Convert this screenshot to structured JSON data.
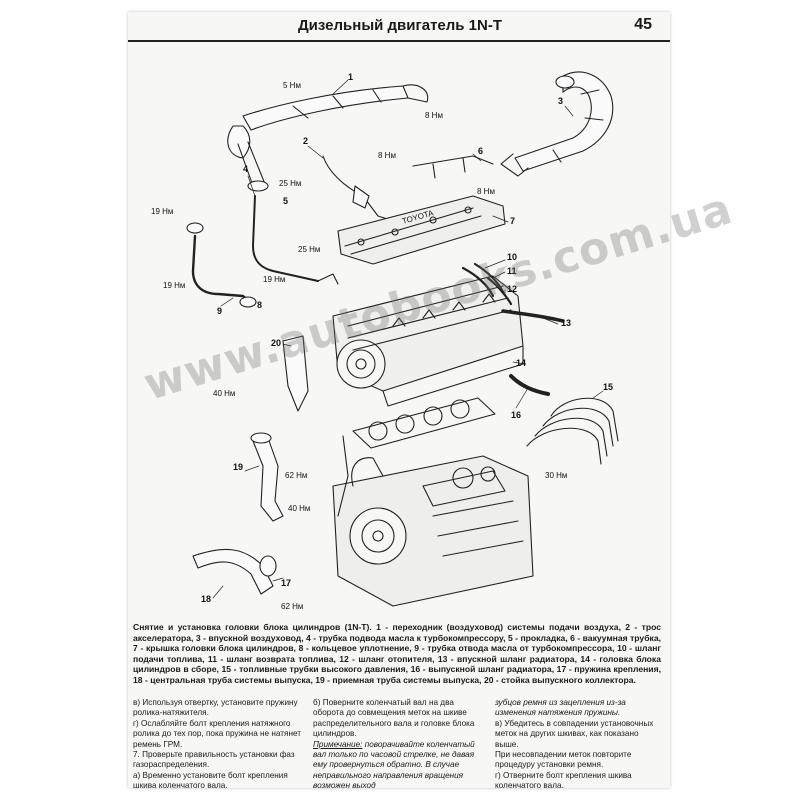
{
  "header": {
    "title": "Дизельный двигатель 1N-T",
    "page_number": "45"
  },
  "figure": {
    "labels": [
      "1",
      "2",
      "3",
      "4",
      "5",
      "6",
      "7",
      "8",
      "9",
      "10",
      "11",
      "12",
      "13",
      "14",
      "15",
      "16",
      "17",
      "18",
      "19",
      "20"
    ],
    "torques": [
      "5 Нм",
      "25 Нм",
      "8 Нм",
      "19 Нм",
      "25 Нм",
      "8 Нм",
      "19 Нм",
      "19 Нм",
      "8 Нм",
      "40 Нм",
      "62 Нм",
      "40 Нм",
      "62 Нм",
      "30 Нм"
    ],
    "cover_text": "TOYOTA"
  },
  "watermark": "www.autobooks.com.ua",
  "caption": "Снятие и установка головки блока цилиндров (1N-T). 1 - переходник (воздуховод) системы подачи воздуха, 2 - трос акселератора, 3 - впускной воздуховод, 4 - трубка подвода масла к турбокомпрессору, 5 - прокладка, 6 - вакуумная трубка, 7 - крышка головки блока цилиндров, 8 - кольцевое уплотнение, 9 - трубка отвода масла от турбокомпрессора, 10 - шланг подачи топлива, 11 - шланг возврата топлива, 12 - шланг отопителя, 13 - впускной шланг радиатора, 14 - головка блока цилиндров в сборе, 15 - топливные трубки высокого давления, 16 - выпускной шланг радиатора, 17 - пружина крепления, 18 - центральная труба системы выпуска, 19 - приемная труба системы выпуска, 20 - стойка выпускного коллектора.",
  "col1": {
    "p1": "в) Используя отвертку, установите пружину ролика-натяжителя.",
    "p2": "г) Ослабляйте болт крепления натяжного ролика до тех пор, пока пружина не натянет ремень ГРМ.",
    "p3": "7. Проверьте правильность установки фаз газораспределения.",
    "p4": "а) Временно установите болт крепления шкива коленчатого вала."
  },
  "col2": {
    "p1": "б) Поверните коленчатый вал на два оборота до совмещения меток на шкиве распределительного вала и головке блока цилиндров.",
    "note_label": "Примечание:",
    "note_text": "поворачивайте коленчатый вал только по часовой стрелке, не давая ему провернуться обратно. В случае неправильного направления вращения возможен выход"
  },
  "col3": {
    "p1": "зубцов ремня из зацепления из-за изменения натяжения пружины.",
    "p2": "в) Убедитесь в совпадении установочных меток на других шкивах, как показано выше.",
    "p3": "При несовпадении меток повторите процедуру установки ремня.",
    "p4": "г) Отверните болт крепления шкива коленчатого вала."
  }
}
